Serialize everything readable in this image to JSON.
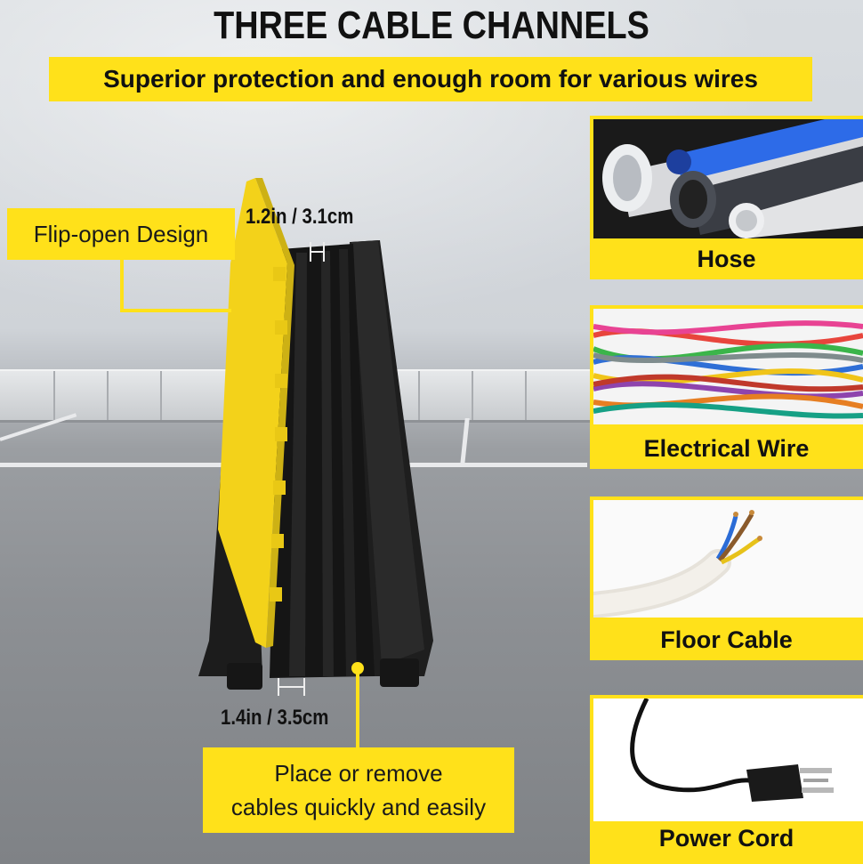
{
  "heading": "THREE CABLE CHANNELS",
  "subheading": "Superior protection and enough room for various wires",
  "callouts": {
    "flip_open": "Flip-open Design",
    "place_remove_line1": "Place or remove",
    "place_remove_line2": "cables quickly and easily"
  },
  "dimensions": {
    "top": "1.2in / 3.1cm",
    "bottom": "1.4in / 3.5cm"
  },
  "panels": [
    {
      "label": "Hose",
      "icon": "hose-pipes-icon"
    },
    {
      "label": "Electrical Wire",
      "icon": "electrical-wire-bundle-icon"
    },
    {
      "label": "Floor Cable",
      "icon": "floor-cable-icon"
    },
    {
      "label": "Power Cord",
      "icon": "power-cord-plug-icon"
    }
  ],
  "colors": {
    "accent_yellow": "#ffe11a",
    "ramp_black": "#1b1b1b",
    "lid_yellow": "#f3d21a"
  }
}
